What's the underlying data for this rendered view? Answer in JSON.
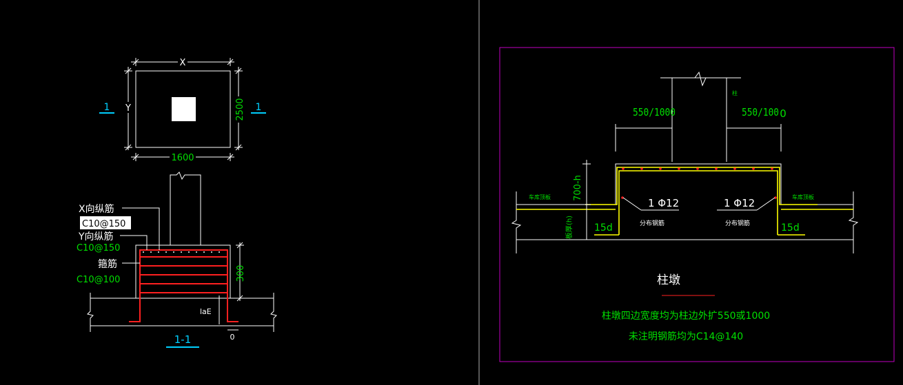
{
  "colors": {
    "background": "#000000",
    "white": "#ffffff",
    "green": "#00e000",
    "yellow": "#ffff00",
    "red": "#ff2020",
    "cyan": "#00d0ff",
    "magenta": "#c000c0",
    "divider": "#b0b0b0"
  },
  "left_drawing": {
    "plan": {
      "dim_x_label": "X",
      "dim_y_label": "Y",
      "dim_width": "1600",
      "dim_height": "2500",
      "section_mark_left": "1",
      "section_mark_right": "1"
    },
    "section": {
      "label_x_bar": "X向纵筋",
      "value_x_bar": "C10@150",
      "label_y_bar": "Y向纵筋",
      "value_y_bar": "C10@150",
      "label_stirrup": "箍筋",
      "value_stirrup": "C10@100",
      "dim_height": "300",
      "anchorage_label": "laE",
      "small_dim": "0",
      "title": "1-1"
    }
  },
  "right_drawing": {
    "dim_left": "550/1000",
    "dim_right": "550/100",
    "dim_zero": "0",
    "column_label": "柱",
    "height_label": "700-h",
    "slab_h_label": "板厚(h)",
    "rebar_left": "1 Φ12",
    "rebar_right": "1 Φ12",
    "dist_bar_left": "分布钢筋",
    "dist_bar_right": "分布钢筋",
    "slab_left": "车库顶板",
    "slab_right": "车库顶板",
    "anchor_left": "15d",
    "anchor_right": "15d",
    "title": "柱墩",
    "note_line1": "柱墩四边宽度均为柱边外扩550或1000",
    "note_line2": "未注明钢筋均为C14@140"
  }
}
